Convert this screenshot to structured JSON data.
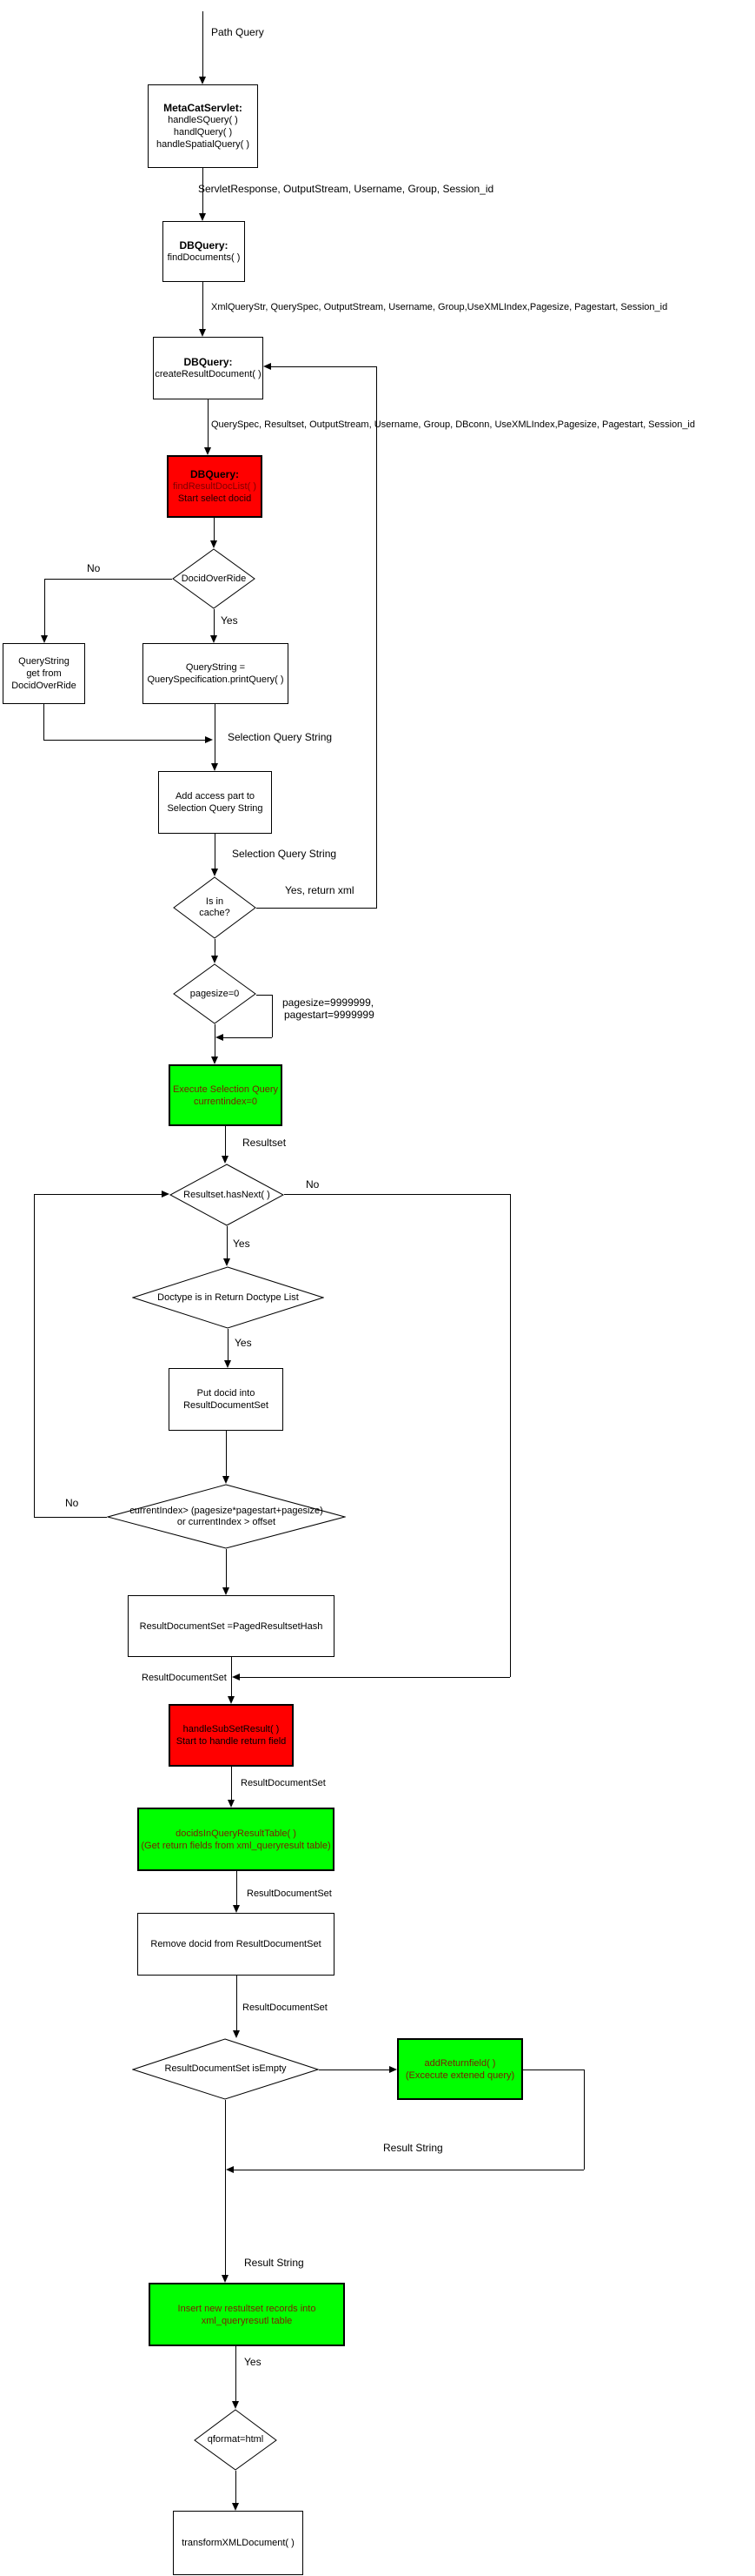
{
  "colors": {
    "node_red": "#ff0000",
    "node_green": "#00ff00",
    "line": "#000000",
    "green_text": "#7b2000",
    "background": "#ffffff"
  },
  "nodes": {
    "metacat_servlet": {
      "title": "MetaCatServlet:",
      "lines": [
        "handleSQuery( )",
        "handlQuery( )",
        "handleSpatialQuery( )"
      ]
    },
    "db_find_documents": {
      "title": "DBQuery:",
      "lines": [
        "findDocuments( )"
      ]
    },
    "db_create_result_document": {
      "title": "DBQuery:",
      "lines": [
        "createResultDocument( )"
      ]
    },
    "db_find_result_doc_list": {
      "title": "DBQuery:",
      "lines": [
        "findResultDocList( )",
        "Start select docid"
      ]
    },
    "docid_override_decision": {
      "label": "DocidOverRide"
    },
    "querystring_from_override": {
      "lines": [
        "QueryString",
        "get from",
        "DocidOverRide"
      ]
    },
    "querystring_print_query": {
      "lines": [
        "QueryString =",
        "QuerySpecification.printQuery( )"
      ]
    },
    "add_access_part": {
      "lines": [
        "Add access part to",
        "Selection Query String"
      ]
    },
    "is_in_cache_decision": {
      "lines": [
        "Is in",
        "cache?"
      ]
    },
    "pagesize_zero_decision": {
      "label": "pagesize=0"
    },
    "execute_selection_query": {
      "lines": [
        "Execute Selection Query",
        "currentindex=0"
      ]
    },
    "resultset_hasnext_decision": {
      "label": "Resultset.hasNext( )"
    },
    "doctype_in_list_decision": {
      "label": "Doctype is in Return Doctype List"
    },
    "put_docid": {
      "lines": [
        "Put docid into",
        "ResultDocumentSet"
      ]
    },
    "currentindex_decision": {
      "lines": [
        "currentIndex> (pagesize*pagestart+pagesize)",
        "or currentIndex > offset"
      ]
    },
    "paged_resultset_hash": {
      "label": "ResultDocumentSet =PagedResultsetHash"
    },
    "handle_subset_result": {
      "lines": [
        "handleSubSetResult( )",
        "Start to handle return field"
      ]
    },
    "docids_in_queryresult_table": {
      "lines": [
        "docidsInQueryResultTable( )",
        "(Get return fields from xml_queryresult table)"
      ]
    },
    "remove_docid": {
      "label": "Remove docid from ResultDocumentSet"
    },
    "resultdocumentset_isempty_decision": {
      "label": "ResultDocumentSet isEmpty"
    },
    "add_returnfield": {
      "lines": [
        "addReturnfield( )",
        "(Excecute extened query)"
      ]
    },
    "insert_resultset_records": {
      "lines": [
        "Insert new restultset records into",
        "xml_queryresutl table"
      ]
    },
    "qformat_html_decision": {
      "label": "qformat=html"
    },
    "transform_xml_document": {
      "label": "transformXMLDocument( )"
    }
  },
  "edge_labels": {
    "path_query": "Path Query",
    "servlet_params": "ServletResponse, OutputStream,  Username, Group, Session_id",
    "xml_query_params": "XmlQueryStr, QuerySpec, OutputStream, Username, Group,UseXMLIndex,Pagesize, Pagestart, Session_id",
    "query_spec_params": "QuerySpec, Resultset, OutputStream, Username, Group, DBconn, UseXMLIndex,Pagesize, Pagestart, Session_id",
    "no_1": "No",
    "yes_1": "Yes",
    "selection_query_string_1": "Selection Query String",
    "selection_query_string_2": "Selection Query String",
    "yes_return_xml": "Yes, return xml",
    "pagesize_line1": "pagesize=9999999,",
    "pagesize_line2": "pagestart=9999999",
    "resultset": "Resultset",
    "no_2": "No",
    "yes_2": "Yes",
    "yes_3": "Yes",
    "no_3": "No",
    "resultdocumentset_1": "ResultDocumentSet",
    "resultdocumentset_2": "ResultDocumentSet",
    "resultdocumentset_3": "ResultDocumentSet",
    "resultdocumentset_4": "ResultDocumentSet",
    "result_string_1": "Result String",
    "result_string_2": "Result String",
    "yes_4": "Yes",
    "qformat_yes": "Yes"
  }
}
